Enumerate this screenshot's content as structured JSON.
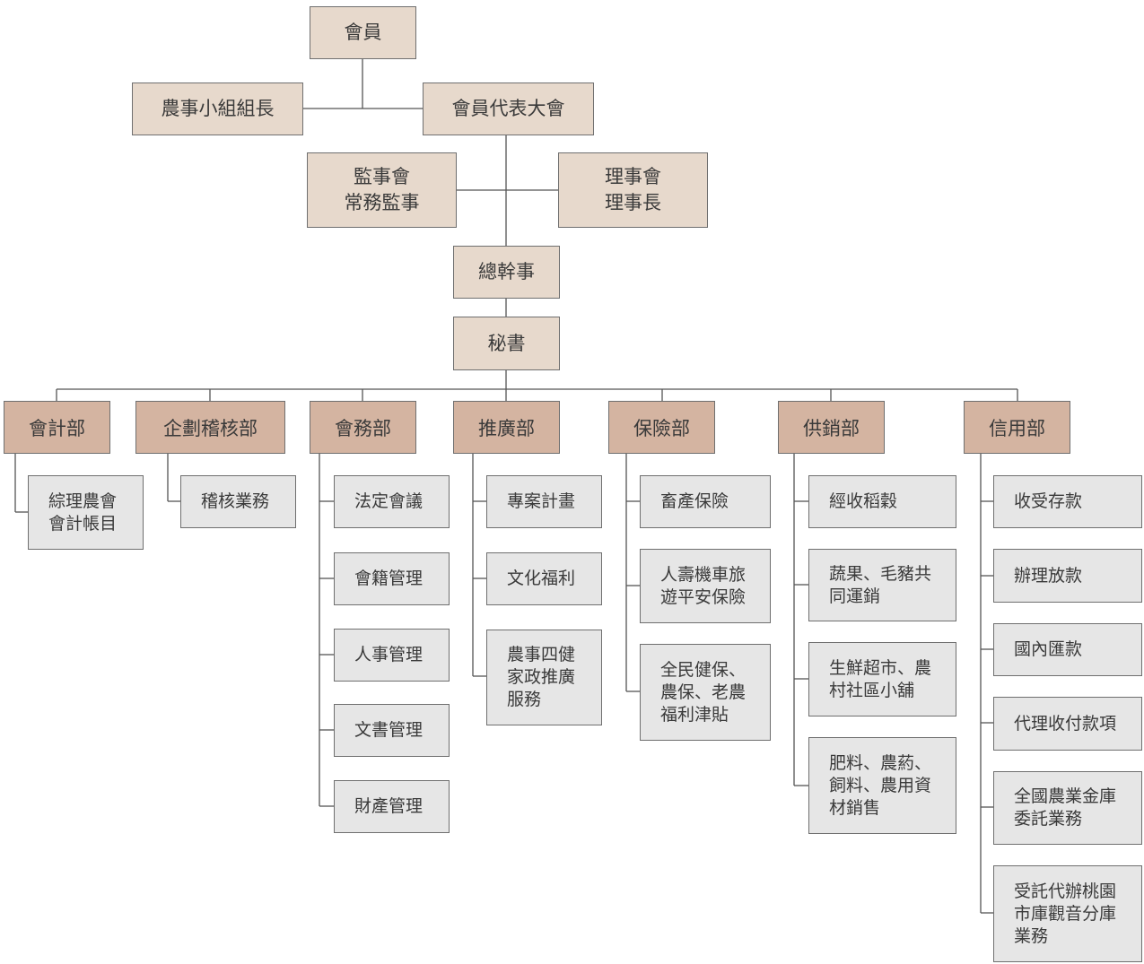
{
  "top": {
    "members": "會員",
    "group_leader": "農事小組組長",
    "rep_assembly": "會員代表大會",
    "supervisors": "監事會\n常務監事",
    "directors": "理事會\n理事長",
    "general_manager": "總幹事",
    "secretary": "秘書"
  },
  "departments": [
    {
      "name": "會計部",
      "items": [
        "綜理農會\n會計帳目"
      ]
    },
    {
      "name": "企劃稽核部",
      "items": [
        "稽核業務"
      ]
    },
    {
      "name": "會務部",
      "items": [
        "法定會議",
        "會籍管理",
        "人事管理",
        "文書管理",
        "財產管理"
      ]
    },
    {
      "name": "推廣部",
      "items": [
        "專案計畫",
        "文化福利",
        "農事四健\n家政推廣\n服務"
      ]
    },
    {
      "name": "保險部",
      "items": [
        "畜產保險",
        "人壽機車旅\n遊平安保險",
        "全民健保、\n農保、老農\n福利津貼"
      ]
    },
    {
      "name": "供銷部",
      "items": [
        "經收稻穀",
        "蔬果、毛豬共\n同運銷",
        "生鮮超市、農\n村社區小舖",
        "肥料、農葯、\n飼料、農用資\n材銷售"
      ]
    },
    {
      "name": "信用部",
      "items": [
        "收受存款",
        "辦理放款",
        "國內匯款",
        "代理收付款項",
        "全國農業金庫\n委託業務",
        "受託代辦桃園\n市庫觀音分庫\n業務"
      ]
    }
  ],
  "colors": {
    "top_box": "#e7d9cc",
    "department_box": "#d4b4a1",
    "item_box": "#e6e6e6",
    "border": "#6f6f6f"
  }
}
